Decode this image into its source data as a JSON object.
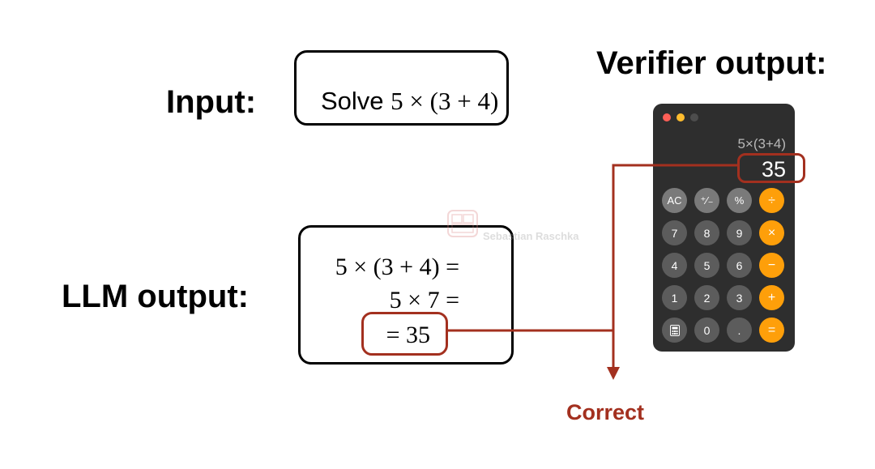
{
  "labels": {
    "input": "Input:",
    "llm_output": "LLM output:",
    "verifier_output": "Verifier output:",
    "correct": "Correct"
  },
  "input_box": {
    "word": "Solve",
    "expression": "5 × (3 + 4)"
  },
  "llm_output_box": {
    "lines": [
      "5 × (3 + 4) =",
      "5 × 7 =",
      "= 35"
    ]
  },
  "calculator": {
    "expression": "5×(3+4)",
    "result": "35",
    "keys": [
      [
        "AC",
        "⁺∕₋",
        "%",
        "÷"
      ],
      [
        "7",
        "8",
        "9",
        "×"
      ],
      [
        "4",
        "5",
        "6",
        "−"
      ],
      [
        "1",
        "2",
        "3",
        "+"
      ],
      [
        "calculator-icon",
        "0",
        ".",
        "="
      ]
    ]
  },
  "watermark": {
    "text": "Sebastian Raschka"
  },
  "colors": {
    "highlight": "#a3301f",
    "calculator_bg": "#2e2e2e",
    "operator_key": "#fe9f0a",
    "function_key": "#7a7a7a",
    "number_key": "#5c5c5c"
  }
}
